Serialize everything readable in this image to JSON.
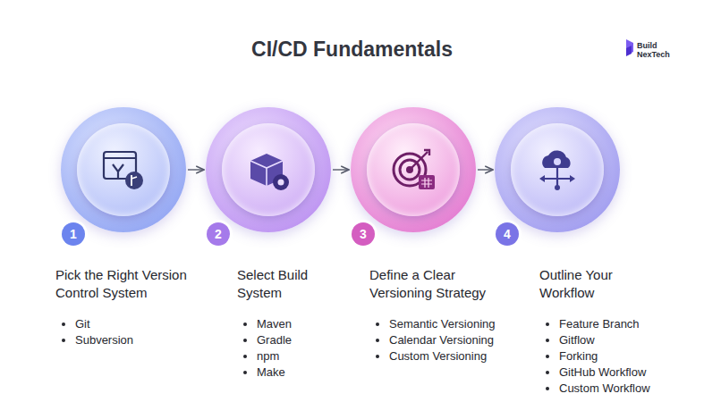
{
  "diagram": {
    "title": "CI/CD Fundamentals",
    "nodes": [
      {
        "text": [
          "1",
          "Pick the Right Version Control System",
          "Git",
          "Subversion"
        ]
      },
      {
        "text": [
          "2",
          "Select Build System",
          "Maven",
          "Gradle",
          "npm",
          "Make"
        ]
      },
      {
        "text": [
          "3",
          "Define a Clear Versioning Strategy",
          "Semantic Versioning",
          "Calendar Versioning",
          "Custom Versioning"
        ]
      },
      {
        "text": [
          "4",
          "Outline Your Workflow",
          "Feature Branch",
          "Gitflow",
          "Forking",
          "GitHub Workflow",
          "Custom Workflow"
        ]
      }
    ],
    "edges": [
      {
        "from": 0,
        "to": 1,
        "arrow": "to"
      },
      {
        "from": 1,
        "to": 2,
        "arrow": "to"
      },
      {
        "from": 2,
        "to": 3,
        "arrow": "to"
      }
    ],
    "labels": [
      "Build NexTech"
    ]
  }
}
